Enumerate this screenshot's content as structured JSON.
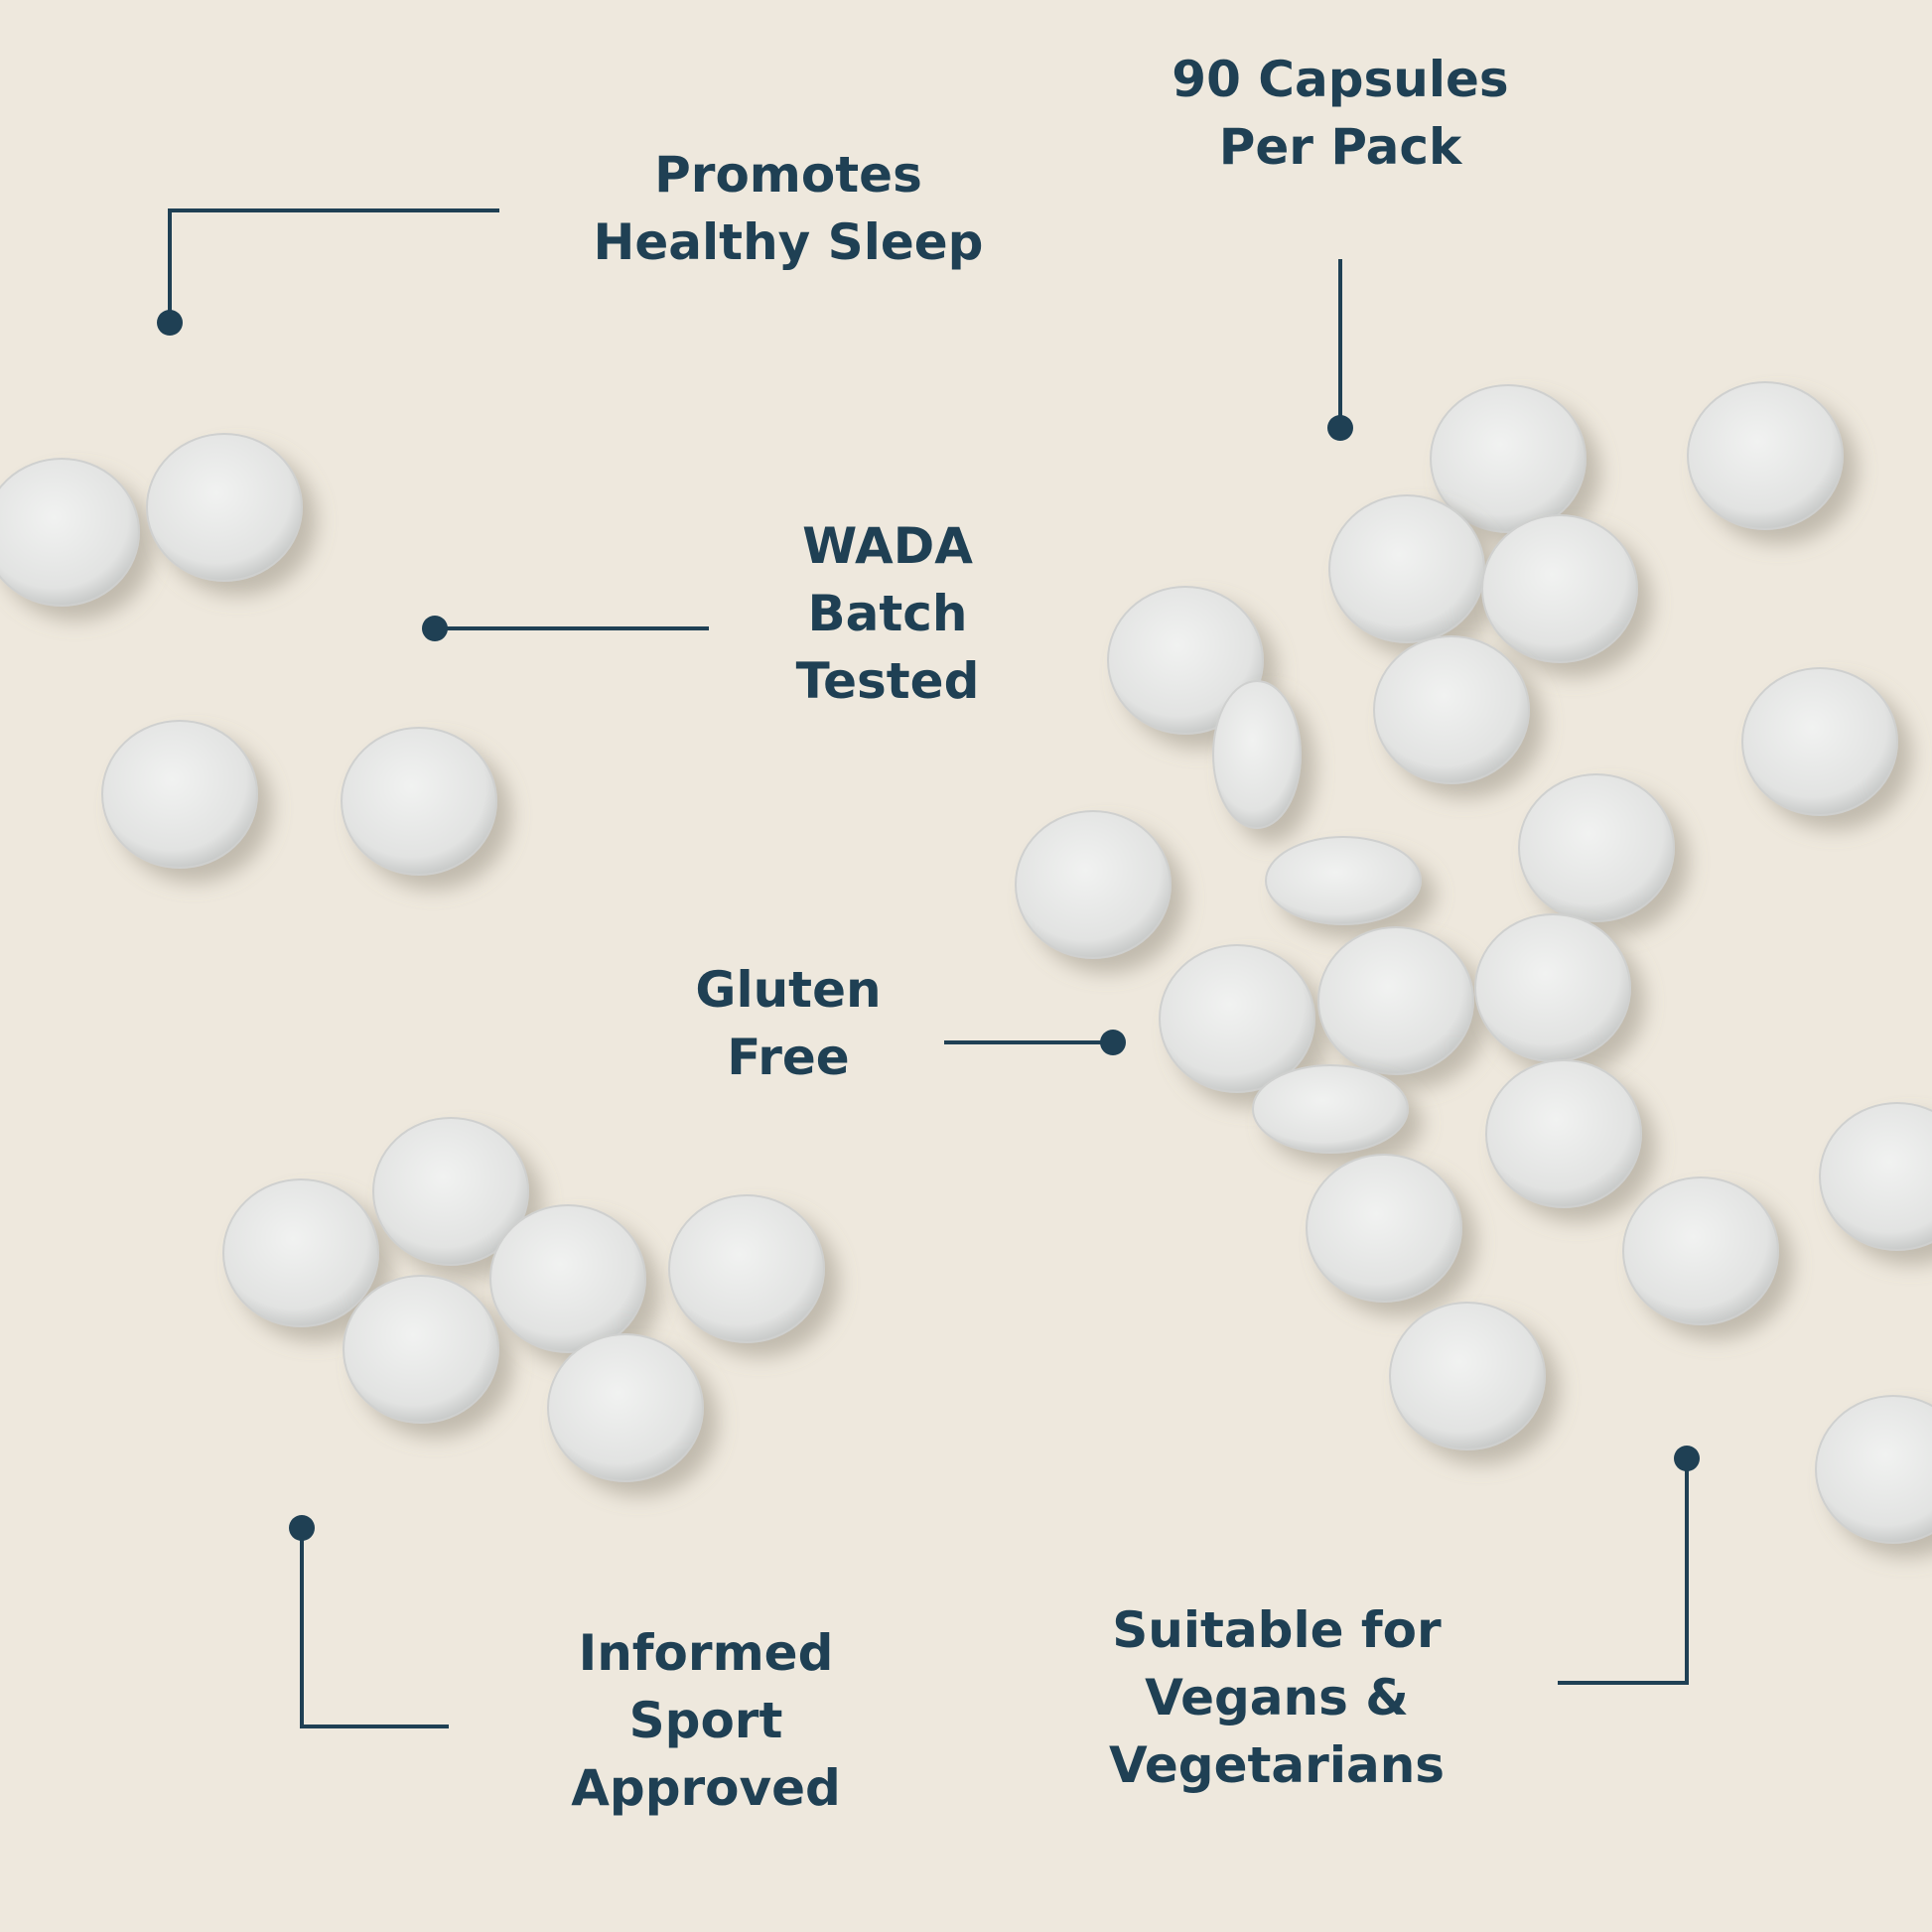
{
  "colors": {
    "background": "#eee8dd",
    "text": "#1f4054",
    "line": "#1f4054",
    "pill": "#e6e7e6"
  },
  "features": {
    "sleep": [
      "Promotes",
      "Healthy Sleep"
    ],
    "capsules": [
      "90 Capsules",
      "Per Pack"
    ],
    "wada": [
      "WADA",
      "Batch",
      "Tested"
    ],
    "gluten": [
      "Gluten",
      "Free"
    ],
    "informed": [
      "Informed",
      "Sport",
      "Approved"
    ],
    "vegan": [
      "Suitable for",
      "Vegans &",
      "Vegetarians"
    ]
  }
}
